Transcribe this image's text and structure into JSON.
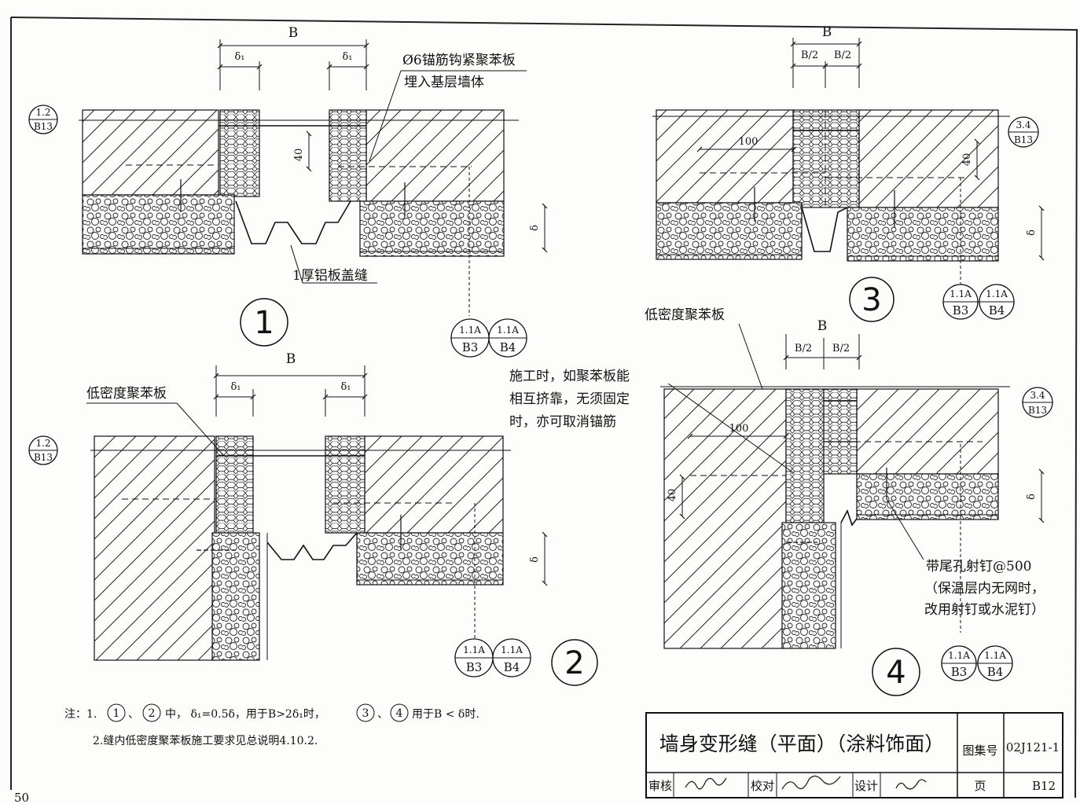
{
  "labels": {
    "B": "B",
    "delta1": "δ₁",
    "half": "B/2",
    "delta": "δ",
    "forty": "40",
    "hundred": "100",
    "anchor_l1": "Ø6锚筋钩紧聚苯板",
    "anchor_l2": "埋入基层墙体",
    "al_cover": "1厚铝板盖缝",
    "low_density": "低密度聚苯板",
    "construct_l1": "施工时，如聚苯板能",
    "construct_l2": "相互挤靠，无须固定",
    "construct_l3": "时，亦可取消锚筋",
    "nail_l1": "带尾孔射钉@500",
    "nail_l2": "（保温层内无网时，",
    "nail_l3": "改用射钉或水泥钉）"
  },
  "refs": {
    "r12_top": "1.2",
    "r12_bot": "B13",
    "r34_top": "3.4",
    "r34_bot": "B13",
    "r11a": "1.1A",
    "rB3": "B3",
    "rB4": "B4"
  },
  "detail_numbers": [
    "1",
    "2",
    "3",
    "4"
  ],
  "notes": {
    "prefix": "注：1.",
    "text1a": "中， δ₁=0.5δ，用于B>2δ₁时，",
    "text1b": "用于B < δ时.",
    "line2": "2.缝内低密度聚苯板施工要求见总说明4.10.2."
  },
  "title_block": {
    "title": "墙身变形缝（平面）（涂料饰面）",
    "atlas_label": "图集号",
    "atlas_no": "02J121-1",
    "review": "审核",
    "check": "校对",
    "design": "设计",
    "page_label": "页",
    "page_no": "B12"
  },
  "page_number": "50"
}
